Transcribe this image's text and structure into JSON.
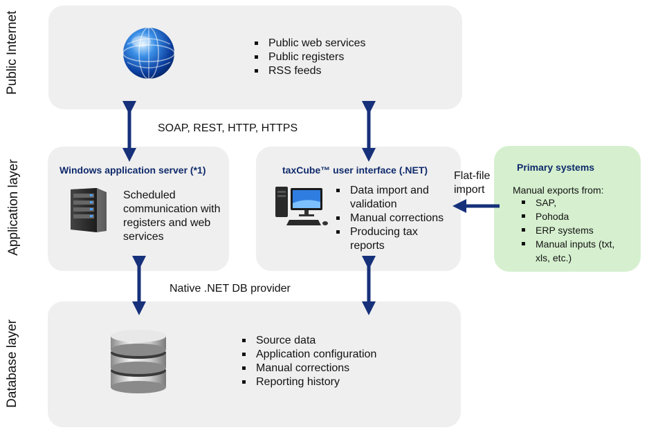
{
  "layers": {
    "internet": "Public Internet",
    "application": "Application layer",
    "database": "Database layer"
  },
  "internet_panel": {
    "items": [
      "Public web services",
      "Public registers",
      "RSS feeds"
    ]
  },
  "protocols_label": "SOAP, REST, HTTP, HTTPS",
  "server_panel": {
    "title": "Windows application server (*1)",
    "text": [
      "Scheduled",
      "communication with",
      "registers and web",
      "services"
    ]
  },
  "ui_panel": {
    "title": "taxCube™ user interface (.NET)",
    "items": [
      "Data import and validation",
      "Manual corrections",
      "Producing tax reports"
    ]
  },
  "flatfile_label": [
    "Flat-file",
    "import"
  ],
  "primary_panel": {
    "title": "Primary systems",
    "subtitle": "Manual exports from:",
    "items": [
      "SAP,",
      "Pohoda",
      "ERP systems",
      "Manual inputs (txt, xls, etc.)"
    ]
  },
  "db_provider_label": "Native .NET DB provider",
  "database_panel": {
    "items": [
      "Source data",
      "Application configuration",
      "Manual corrections",
      "Reporting history"
    ]
  },
  "colors": {
    "arrow": "#16307a",
    "title": "#0f2a6b",
    "panel": "#efefef",
    "green": "#d6f0cf"
  },
  "icons": [
    "globe-icon",
    "server-icon",
    "computer-icon",
    "database-icon"
  ]
}
